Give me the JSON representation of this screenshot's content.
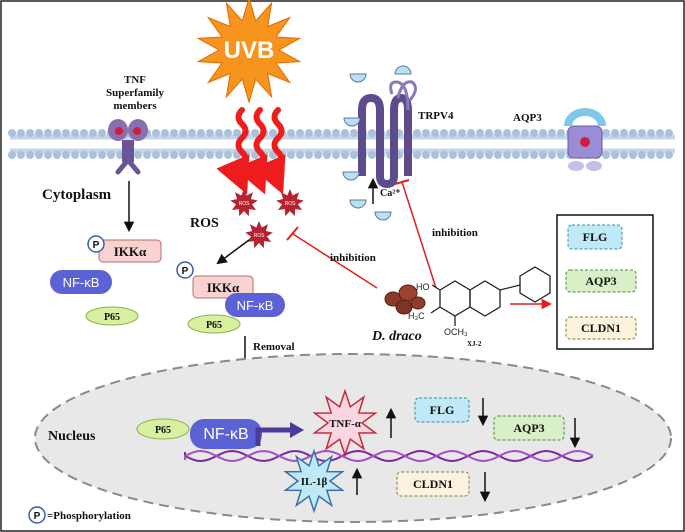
{
  "labels": {
    "uvb": "UVB",
    "tnf_line1": "TNF",
    "tnf_line2": "Superfamily",
    "tnf_line3": "members",
    "trpv4": "TRPV4",
    "aqp3_channel": "AQP3",
    "cytoplasm": "Cytoplasm",
    "ros": "ROS",
    "ros_small": "ROS",
    "ikk": "IKKα",
    "nfkb": "NF-κB",
    "p65": "P65",
    "p": "P",
    "inhibition_left": "inhibition",
    "inhibition_right": "inhibition",
    "calcium": "Ca²⁺",
    "removal": "Removal",
    "species": "D. draco",
    "compound": "XJ-2",
    "atom_ho": "HO",
    "atom_h3c": "H₃C",
    "atom_och3": "OCH₃",
    "nucleus": "Nucleus",
    "tnf_alpha": "TNF-α",
    "il1b": "IL-1β",
    "legend_text": "=Phosphorylation"
  },
  "box_markers": [
    "FLG",
    "AQP3",
    "CLDN1"
  ],
  "nucleus_markers": {
    "flg": "FLG",
    "aqp3": "AQP3",
    "cldn1": "CLDN1"
  },
  "colors": {
    "uvb_orange": "#f7941d",
    "ros_red": "#b5232f",
    "nfkb_blue": "#5a62d6",
    "ikk_pink": "#f8d2d0",
    "p65_green": "#d8f0a0",
    "membrane_blue": "#a9c1da",
    "trpv4_purple": "#5e4b8b",
    "inhibition_red": "#e02020",
    "dna_purple": "#7a2a9a",
    "flg_fill": "#bfe9f7",
    "aqp3_fill": "#d9efc7",
    "cldn1_fill": "#fbf3dd",
    "nucleus_gray": "#e8e8e8"
  }
}
